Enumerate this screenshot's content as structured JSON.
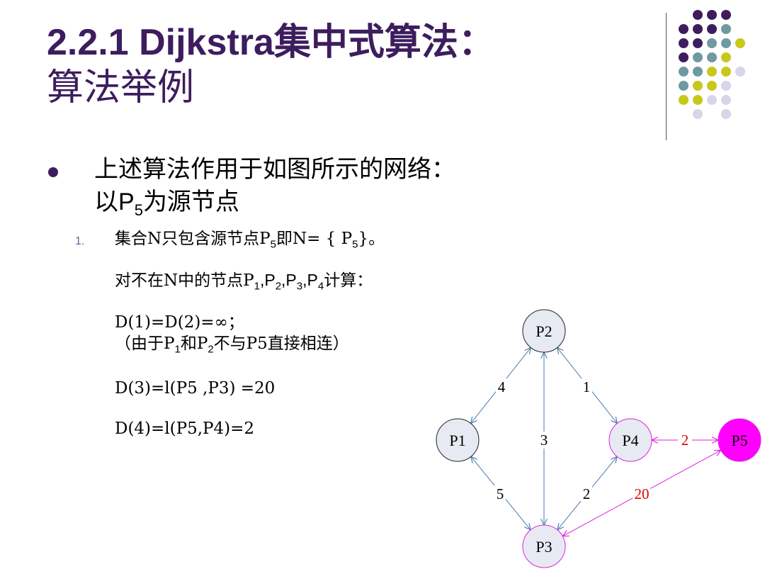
{
  "title": {
    "line1": "2.2.1 Dijkstra集中式算法：",
    "line2": "算法举例"
  },
  "bullet": {
    "line1": "上述算法作用于如图所示的网络：",
    "line2_prefix": "以P",
    "line2_sub": "5",
    "line2_suffix": "为源节点"
  },
  "step": {
    "number": "1.",
    "l1": {
      "a": "集合N只包含源节点P",
      "sub": "5",
      "b": "即N= { P",
      "sub2": "5",
      "c": "}。"
    },
    "l2": {
      "a": "对不在N中的节点P",
      "s1": "1",
      "b": ",P",
      "s2": "2",
      "c": ",P",
      "s3": "3",
      "d": ",P",
      "s4": "4",
      "e": "计算："
    },
    "l3": "D(1)=D(2)=∞；",
    "l4": {
      "a": "（由于P",
      "s1": "1",
      "b": "和P",
      "s2": "2",
      "c": "不与P5直接相连）"
    },
    "l5": "D(3)=l(P5 ,P3) =20",
    "l6": "D(4)=l(P5,P4)=2"
  },
  "graph": {
    "nodes": [
      {
        "id": "P1",
        "label": "P1",
        "style": "normal"
      },
      {
        "id": "P2",
        "label": "P2",
        "style": "normal"
      },
      {
        "id": "P3",
        "label": "P3",
        "style": "visited"
      },
      {
        "id": "P4",
        "label": "P4",
        "style": "visited"
      },
      {
        "id": "P5",
        "label": "P5",
        "style": "source"
      }
    ],
    "edges": [
      {
        "from": "P1",
        "to": "P2",
        "weight": "4",
        "highlight": false
      },
      {
        "from": "P2",
        "to": "P4",
        "weight": "1",
        "highlight": false
      },
      {
        "from": "P2",
        "to": "P3",
        "weight": "3",
        "highlight": false
      },
      {
        "from": "P1",
        "to": "P3",
        "weight": "5",
        "highlight": false
      },
      {
        "from": "P4",
        "to": "P3",
        "weight": "2",
        "highlight": false
      },
      {
        "from": "P4",
        "to": "P5",
        "weight": "2",
        "highlight": true
      },
      {
        "from": "P5",
        "to": "P3",
        "weight": "20",
        "highlight": true
      }
    ]
  },
  "colors": {
    "title": "#3d1d5e",
    "edge": "#4a7ab0",
    "highlight": "#e020e0",
    "weight_highlight": "#e00000",
    "node_fill": "#e8eaf3",
    "source_fill": "#ff00ff"
  }
}
